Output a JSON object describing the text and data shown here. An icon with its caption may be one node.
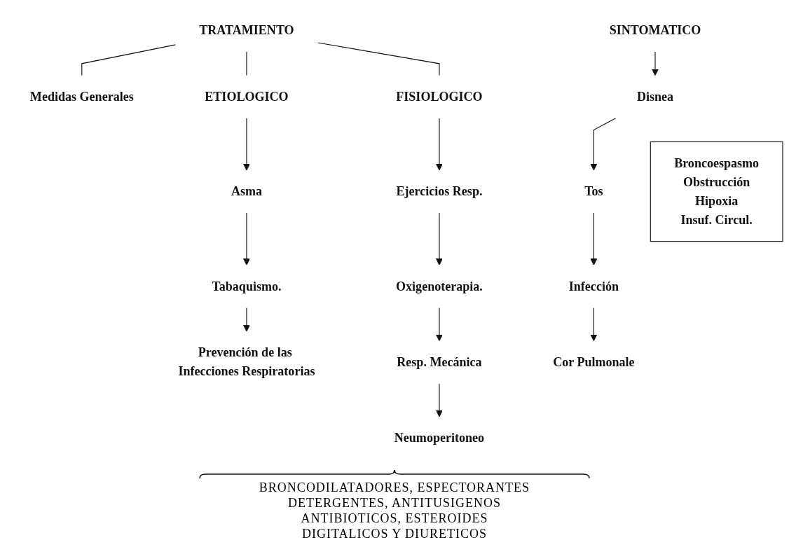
{
  "diagram": {
    "nodes": [
      {
        "text": [
          "TRATAMIENTO"
        ]
      },
      {
        "text": [
          "Medidas Generales"
        ]
      },
      {
        "text": [
          "ETIOLOGICO"
        ]
      },
      {
        "text": [
          "SINTOMATICO"
        ]
      },
      {
        "text": [
          "FISIOLOGICO"
        ]
      },
      {
        "text": [
          "Asma"
        ]
      },
      {
        "text": [
          "Tabaquismo."
        ]
      },
      {
        "text": [
          "Prevención de las Infecciones Respiratorias"
        ]
      },
      {
        "text": [
          "Disnea"
        ],
        "beside": [
          "Broncoespasmo",
          "Obstrucción",
          "Hipoxia",
          "Insuf. Circul."
        ]
      },
      {
        "text": [
          "Tos"
        ]
      },
      {
        "text": [
          "Infección"
        ]
      },
      {
        "text": [
          "Cor Pulmonale"
        ]
      },
      {
        "text": [
          "Ejercicios Resp."
        ]
      },
      {
        "text": [
          "Oxigenoterapia."
        ]
      },
      {
        "text": [
          "Resp. Mecánica"
        ]
      },
      {
        "text": [
          "Neumoperitoneo"
        ]
      }
    ],
    "edges": [
      {
        "from": 0,
        "to": 1,
        "arrow": "none"
      },
      {
        "from": 0,
        "to": 2,
        "arrow": "none"
      },
      {
        "from": 0,
        "to": 4,
        "arrow": "none"
      },
      {
        "from": 2,
        "to": 5,
        "arrow": "to"
      },
      {
        "from": 5,
        "to": 6,
        "arrow": "to"
      },
      {
        "from": 6,
        "to": 7,
        "arrow": "to"
      },
      {
        "from": 3,
        "to": 8,
        "arrow": "to"
      },
      {
        "from": 8,
        "to": 9,
        "arrow": "to"
      },
      {
        "from": 9,
        "to": 10,
        "arrow": "to"
      },
      {
        "from": 10,
        "to": 11,
        "arrow": "to"
      },
      {
        "from": 4,
        "to": 12,
        "arrow": "to"
      },
      {
        "from": 12,
        "to": 13,
        "arrow": "to"
      },
      {
        "from": 13,
        "to": 14,
        "arrow": "to"
      },
      {
        "from": 14,
        "to": 15,
        "arrow": "to"
      }
    ],
    "labels": [
      "BRONCODILATADORES, ESPECTORANTES",
      "DETERGENTES, ANTITUSIGENOS",
      "ANTIBIOTICOS, ESTEROIDES",
      "DIGITALICOS Y DIURETICOS"
    ]
  }
}
